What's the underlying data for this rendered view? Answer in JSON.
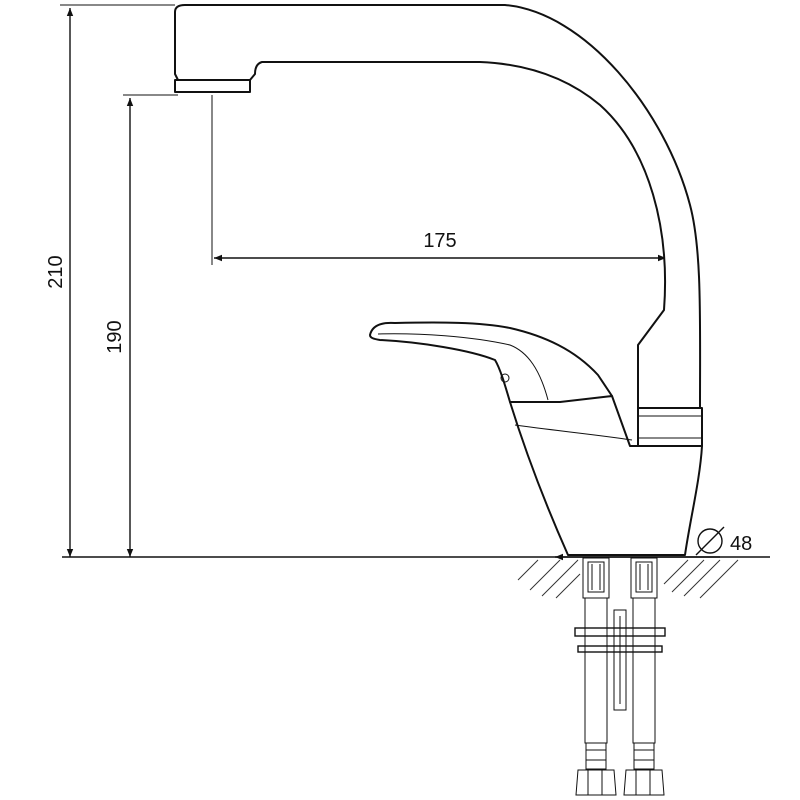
{
  "dimensions": {
    "total_height": "210",
    "spout_height": "190",
    "spout_reach": "175",
    "mount_hole": "48"
  },
  "symbols": {
    "diameter": "diameter-symbol"
  }
}
